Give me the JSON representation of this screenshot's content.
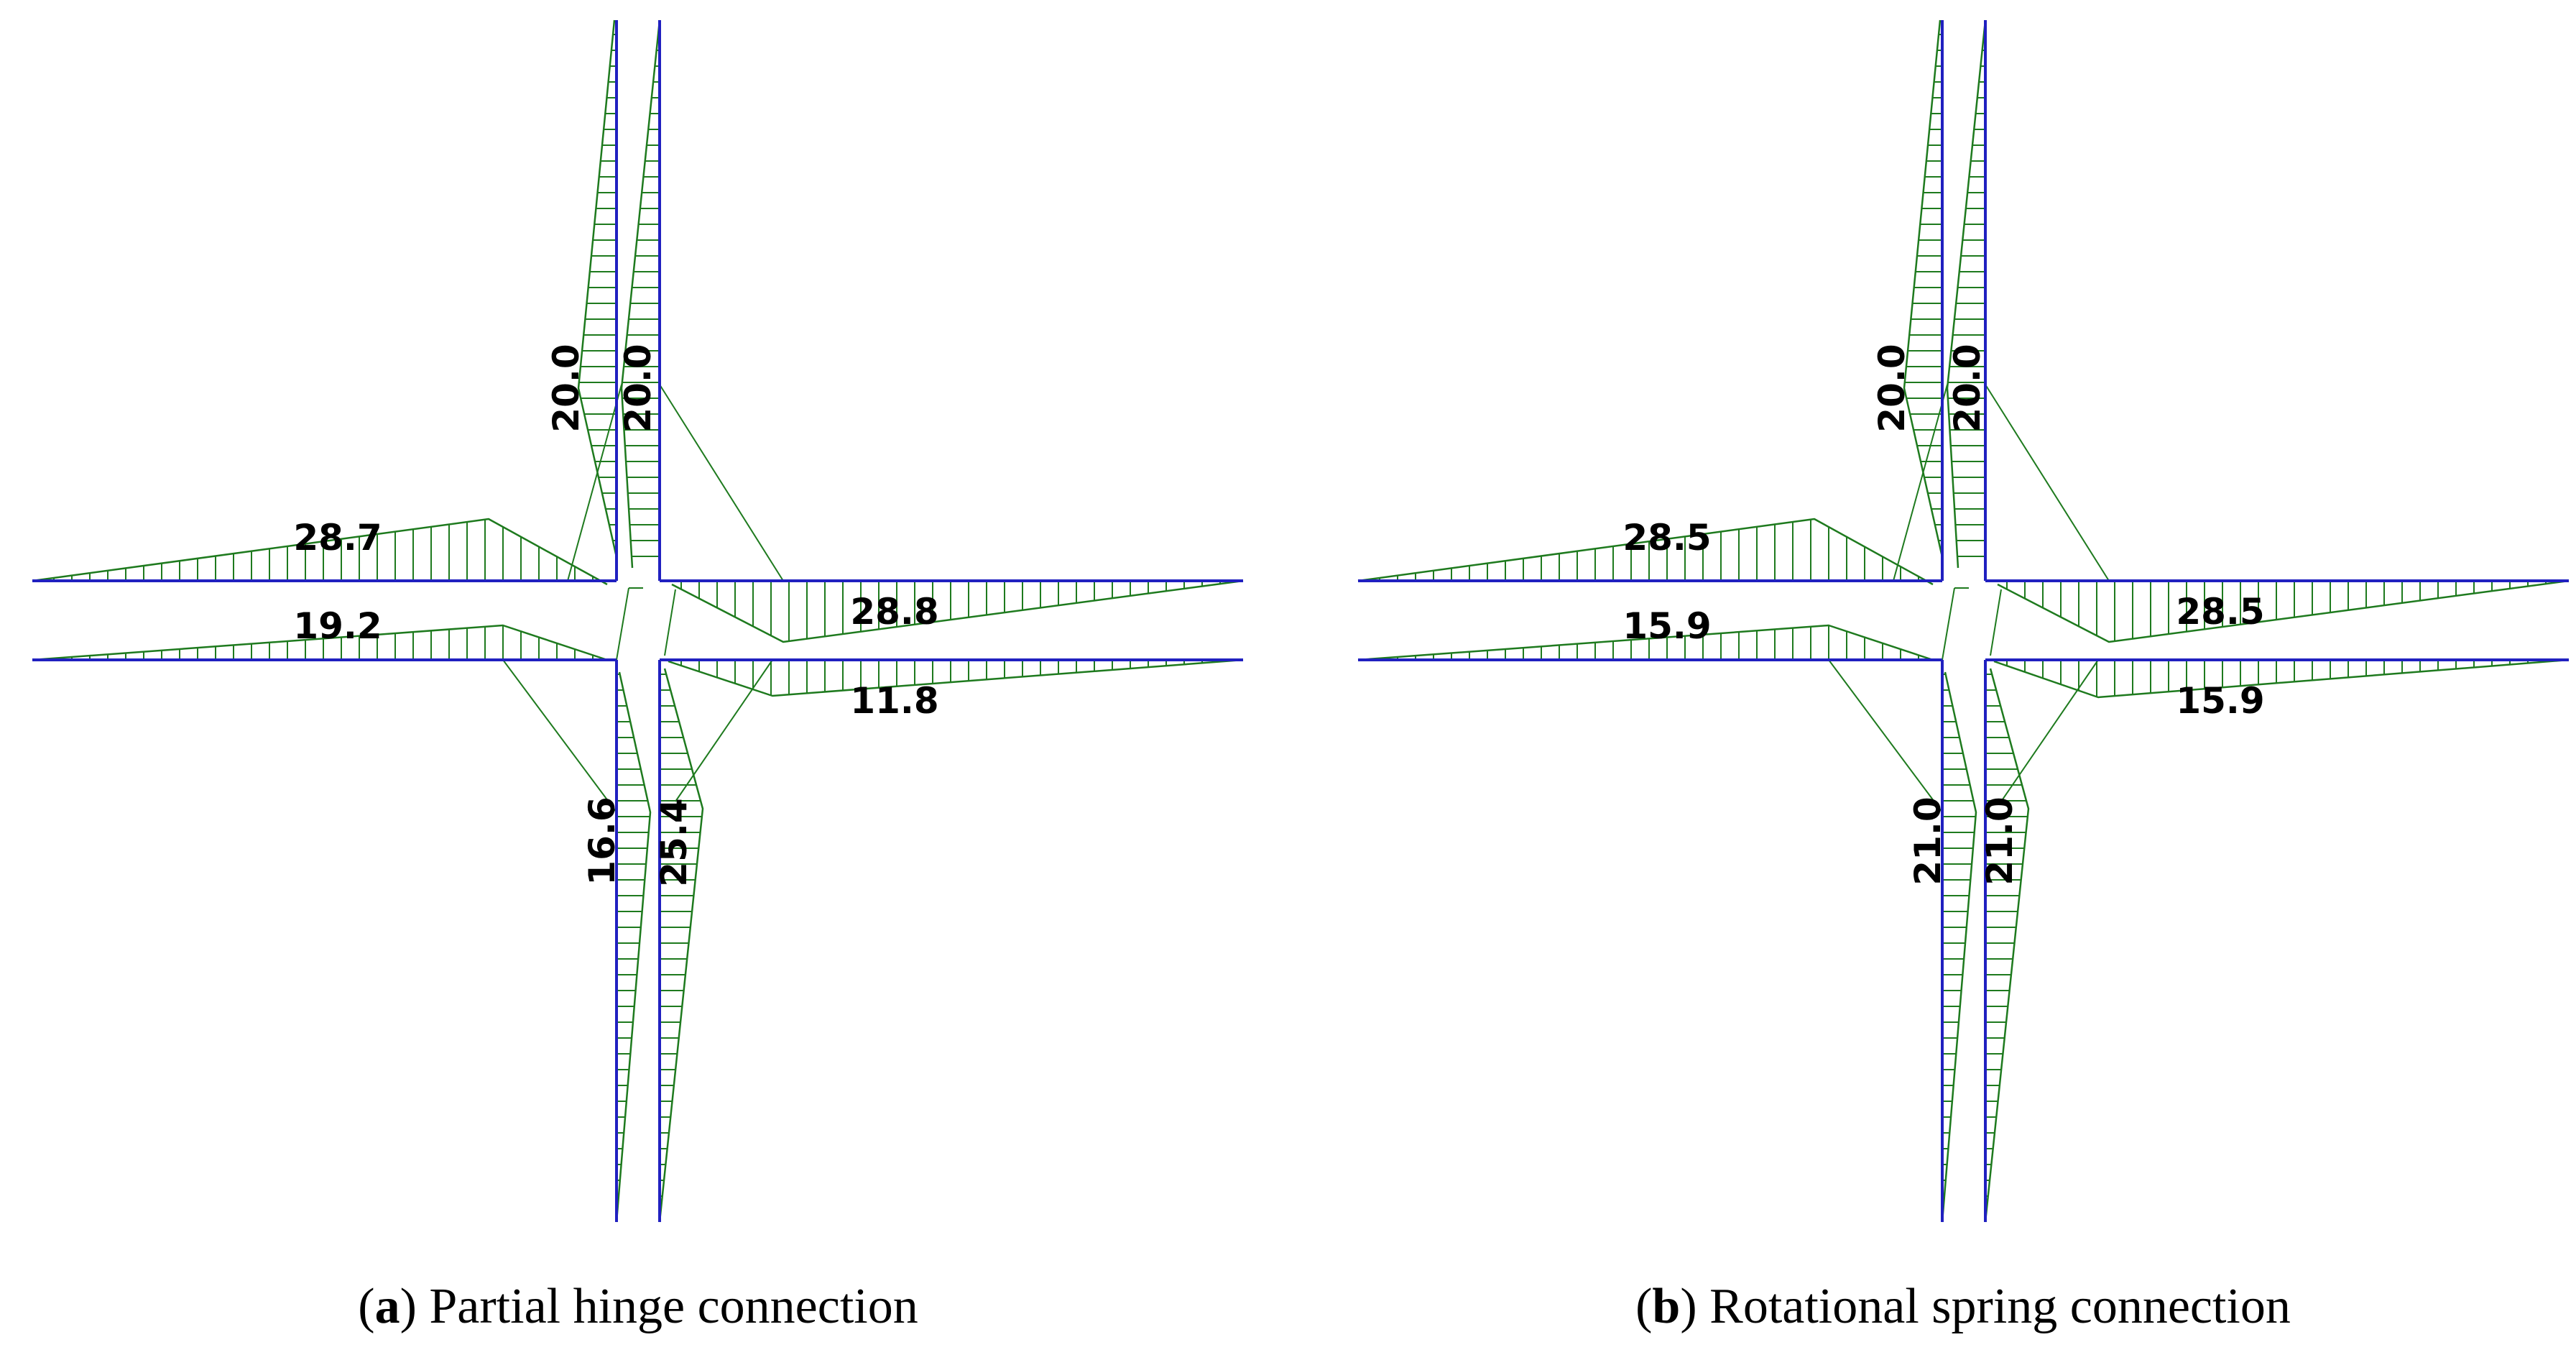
{
  "colors": {
    "member": "#2020c0",
    "diagram": "#1e7a1e",
    "text": "#000000"
  },
  "panels": [
    {
      "id": "a",
      "caption": {
        "letter": "a",
        "text": "Partial hinge connection"
      },
      "values": {
        "left_col_top": "20.0",
        "right_col_top": "20.0",
        "top_beam_left": "28.7",
        "top_beam_right": "28.8",
        "bottom_beam_left": "19.2",
        "bottom_beam_right": "11.8",
        "left_col_bottom": "16.6",
        "right_col_bottom": "25.4"
      }
    },
    {
      "id": "b",
      "caption": {
        "letter": "b",
        "text": "Rotational spring connection"
      },
      "values": {
        "left_col_top": "20.0",
        "right_col_top": "20.0",
        "top_beam_left": "28.5",
        "top_beam_right": "28.5",
        "bottom_beam_left": "15.9",
        "bottom_beam_right": "15.9",
        "left_col_bottom": "21.0",
        "right_col_bottom": "21.0"
      }
    }
  ]
}
